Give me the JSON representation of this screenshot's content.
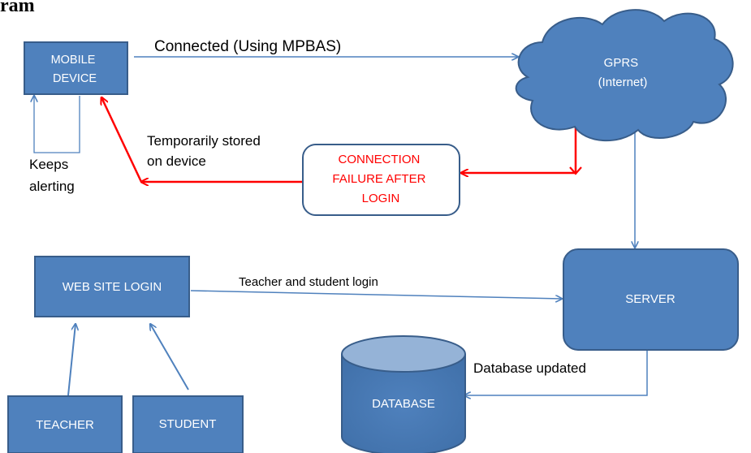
{
  "header": {
    "title": "ram"
  },
  "colors": {
    "box_fill": "#4F81BD",
    "box_stroke": "#385D8A",
    "arrow_blue": "#4F81BD",
    "arrow_red": "#FF0000",
    "failure_text": "#FF0000",
    "database_top": "#95B3D7"
  },
  "nodes": {
    "mobile_device": [
      "MOBILE",
      "DEVICE"
    ],
    "gprs": [
      "GPRS",
      "(Internet)"
    ],
    "connection_failure": [
      "CONNECTION",
      "FAILURE AFTER",
      "LOGIN"
    ],
    "web_site_login": "WEB SITE LOGIN",
    "server": "SERVER",
    "database": "DATABASE",
    "teacher": "TEACHER",
    "student": "STUDENT"
  },
  "edges": {
    "connected": "Connected  (Using MPBAS)",
    "temporarily_stored": [
      "Temporarily stored",
      "on device"
    ],
    "keeps_alerting": [
      "Keeps",
      "alerting"
    ],
    "teacher_student_login": "Teacher and student login",
    "database_updated": "Database updated"
  }
}
